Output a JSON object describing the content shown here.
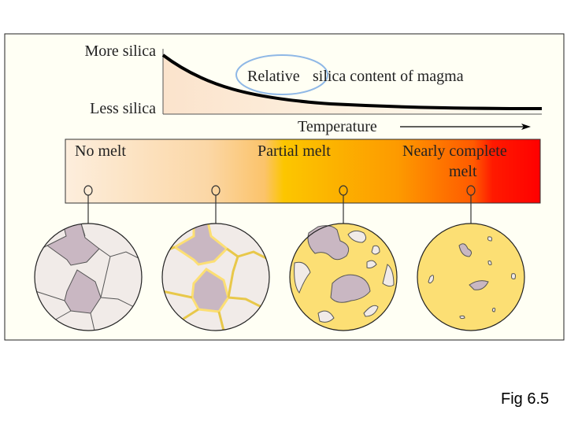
{
  "graph": {
    "y_top_label": "More silica",
    "y_bottom_label": "Less silica",
    "curve_label_highlight": "Relative",
    "curve_label_rest": "silica content of magma",
    "x_label": "Temperature"
  },
  "bar": {
    "stages": [
      "No melt",
      "Partial melt",
      "Nearly complete",
      "melt"
    ]
  },
  "caption": "Fig 6.5",
  "colors": {
    "highlight_ellipse": "#8fb8e6",
    "melt": "#fcdf74",
    "crystal_light": "#f1ebe8",
    "crystal_dark": "#c9b7c2"
  }
}
